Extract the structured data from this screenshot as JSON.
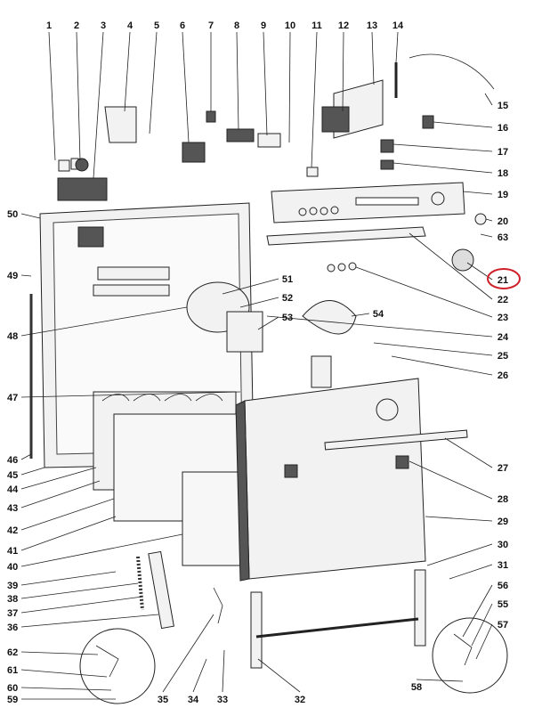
{
  "diagram": {
    "labels": [
      "1",
      "2",
      "3",
      "4",
      "5",
      "6",
      "7",
      "8",
      "9",
      "10",
      "11",
      "12",
      "13",
      "14",
      "15",
      "16",
      "17",
      "18",
      "19",
      "20",
      "63",
      "21",
      "22",
      "23",
      "24",
      "25",
      "26",
      "27",
      "28",
      "29",
      "30",
      "31",
      "56",
      "55",
      "57",
      "58",
      "50",
      "49",
      "48",
      "47",
      "46",
      "45",
      "44",
      "43",
      "42",
      "41",
      "40",
      "39",
      "38",
      "37",
      "36",
      "62",
      "61",
      "60",
      "59",
      "35",
      "34",
      "33",
      "32",
      "51",
      "52",
      "53",
      "54"
    ],
    "highlighted_label": "21",
    "highlight_color": "#d0202a"
  }
}
